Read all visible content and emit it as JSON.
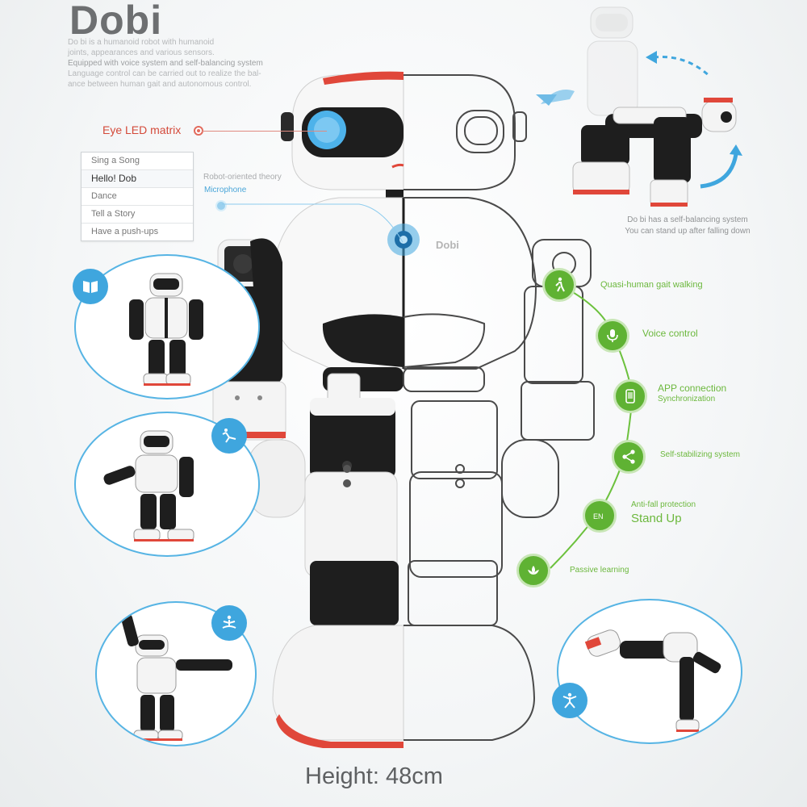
{
  "brand": "Dobi",
  "intro_lines": [
    "Do bi is a humanoid robot with humanoid",
    "joints, appearances and various sensors.",
    "Equipped with voice system and self-balancing system",
    "Language control can be carried out to realize the bal-",
    "ance between human gait and autonomous control."
  ],
  "callouts": {
    "eye": "Eye LED matrix",
    "theory": "Robot-oriented theory",
    "microphone": "Microphone",
    "chest_logo": "Dobi"
  },
  "voice_menu": [
    "Sing a Song",
    "Hello! Dob",
    "Dance",
    "Tell a Story",
    "Have a push-ups"
  ],
  "voice_menu_selected_index": 1,
  "balance_caption": {
    "line1": "Do bi has a self-balancing system",
    "line2": "You can stand up after falling down"
  },
  "features": [
    {
      "icon": "walking-person-icon",
      "label": "Quasi-human gait walking"
    },
    {
      "icon": "microphone-icon",
      "label": "Voice control"
    },
    {
      "icon": "phone-app-icon",
      "label": "APP connection",
      "sublabel": "Synchronization"
    },
    {
      "icon": "share-nodes-icon",
      "label": "Self-stabilizing system"
    },
    {
      "icon": "stand-up-icon",
      "label": "Anti-fall protection",
      "sublabel": "Stand Up"
    },
    {
      "icon": "lotus-icon",
      "label": "Passive learning"
    }
  ],
  "height_caption": "Height: 48cm",
  "colors": {
    "accent_red": "#e0473a",
    "accent_blue": "#3fa6de",
    "accent_green": "#5fb233",
    "robot_black": "#1e1e1e"
  }
}
